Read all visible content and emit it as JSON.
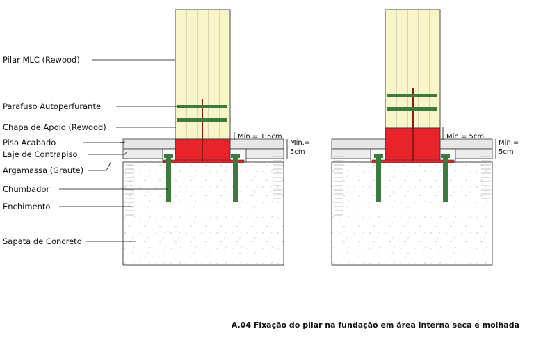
{
  "labels": {
    "pilar": "Pilar MLC (Rewood)",
    "parafuso": "Parafuso Autoperfurante",
    "chapa": "Chapa de Apoio (Rewood)",
    "piso": "Piso Acabado",
    "laje": "Laje de Contrapiso",
    "argamassa": "Argamassa (Graute)",
    "chumbador": "Chumbador",
    "enchimento": "Enchimento",
    "sapata": "Sapata de Concreto"
  },
  "dimensions": {
    "left_plate": "Mín.= 1,5cm",
    "left_slab_1": "Mín.=",
    "left_slab_2": "5cm",
    "right_plate": "Mín.= 5cm",
    "right_slab_1": "Mín.=",
    "right_slab_2": "5cm"
  },
  "caption": "A.04 Fixação do pilar na fundação em área interna seca e molhada",
  "colors": {
    "timber": "#f8f6c8",
    "plate": "#e8232a",
    "bolt": "#3d7a3d",
    "slab": "#e6e6e6",
    "line": "#333333"
  }
}
